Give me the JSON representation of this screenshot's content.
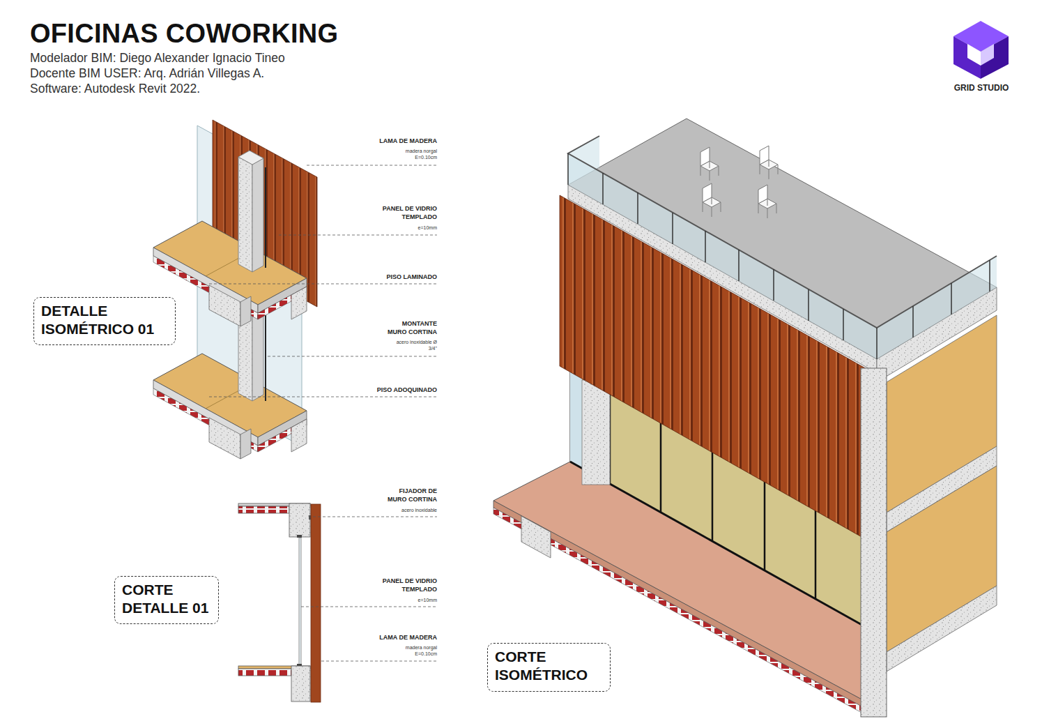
{
  "diagram": {
    "title": "OFICINAS COWORKING",
    "nodes": [
      {
        "text": [
          "DETALLE ISOMÉTRICO 01"
        ]
      },
      {
        "text": [
          "CORTE DETALLE 01"
        ]
      },
      {
        "text": [
          "CORTE ISOMÉTRICO"
        ]
      }
    ],
    "labels": [
      "Modelador BIM: Diego Alexander Ignacio Tineo",
      "Docente BIM USER: Arq. Adrián Villegas A.",
      "Software: Autodesk Revit 2022.",
      "GRID STUDIO",
      "LAMA DE MADERA",
      "madera norgal E=0.10cm",
      "PANEL DE VIDRIO TEMPLADO",
      "e=10mm",
      "PISO LAMINADO",
      "MONTANTE MURO CORTINA",
      "acero inoxidable Ø 3/4\"",
      "PISO ADOQUINADO",
      "FIJADOR DE MURO CORTINA",
      "acero inoxidable",
      "PANEL DE VIDRIO TEMPLADO",
      "e=10mm",
      "LAMA DE MADERA",
      "madera norgal E=0.10cm"
    ]
  }
}
